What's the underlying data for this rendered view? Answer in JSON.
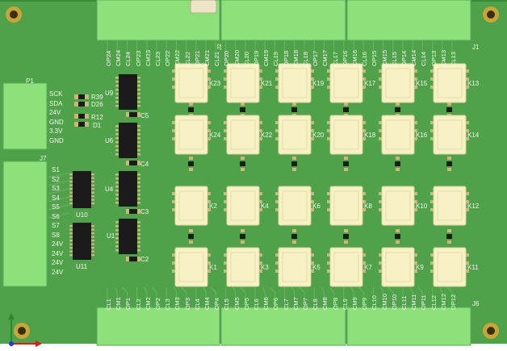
{
  "board": {
    "colors": {
      "board": "#4fa24a",
      "board_dark": "#3b8b37",
      "trace": "#6cb866",
      "connector": "#8ee07a",
      "connector_edge": "#5aa85a",
      "silkscreen": "#f3f6ee",
      "relay": "#f7f1c4",
      "chip": "#1b1b1b",
      "pad": "#c9b878",
      "mount": "#c9a437"
    },
    "connectors": {
      "p1": "P1",
      "j7": "J7",
      "j1": "J1",
      "j6": "J6",
      "j2": "J2"
    },
    "p1_signals": [
      "SCK",
      "SDA",
      "24V",
      "GND",
      "3.3V",
      "GND"
    ],
    "j7_signals": [
      "S1",
      "S2",
      "S3",
      "S4",
      "S5",
      "S6",
      "S7",
      "S8",
      "24V",
      "24V",
      "24V",
      "24V"
    ],
    "chips": {
      "u9": "U9",
      "u6": "U6",
      "u4": "U4",
      "u1": "U1",
      "u10": "U10",
      "u11": "U11"
    },
    "small_parts": {
      "r39": "R39",
      "d26": "D26",
      "r12": "R12",
      "d1": "D1",
      "c5": "C5",
      "c4": "C4",
      "c3": "C3",
      "c2": "C2"
    },
    "relays": [
      {
        "id": "k23",
        "label": "K23"
      },
      {
        "id": "k21",
        "label": "K21"
      },
      {
        "id": "k19",
        "label": "K19"
      },
      {
        "id": "k17",
        "label": "K17"
      },
      {
        "id": "k15",
        "label": "K15"
      },
      {
        "id": "k13",
        "label": "K13"
      },
      {
        "id": "k24",
        "label": "K24"
      },
      {
        "id": "k22",
        "label": "K22"
      },
      {
        "id": "k20",
        "label": "K20"
      },
      {
        "id": "k18",
        "label": "K18"
      },
      {
        "id": "k16",
        "label": "K16"
      },
      {
        "id": "k14",
        "label": "K14"
      },
      {
        "id": "k2",
        "label": "K2"
      },
      {
        "id": "k4",
        "label": "K4"
      },
      {
        "id": "k6",
        "label": "K6"
      },
      {
        "id": "k8",
        "label": "K8"
      },
      {
        "id": "k10",
        "label": "K10"
      },
      {
        "id": "k12",
        "label": "K12"
      },
      {
        "id": "k1",
        "label": "K1"
      },
      {
        "id": "k3",
        "label": "K3"
      },
      {
        "id": "k5",
        "label": "K5"
      },
      {
        "id": "k7",
        "label": "K7"
      },
      {
        "id": "k9",
        "label": "K9"
      },
      {
        "id": "k11",
        "label": "K11"
      }
    ],
    "top_pins": [
      "OP24",
      "CM24",
      "CL24",
      "OP23",
      "CM23",
      "CL23",
      "OP22",
      "CM22",
      "CL22",
      "OP21",
      "CM21",
      "CL21",
      "OP20",
      "CM20",
      "CL20",
      "OP19",
      "CM19",
      "CL19",
      "OP18",
      "CM18",
      "CL18",
      "OP17",
      "CM17",
      "CL17",
      "OP16",
      "CM16",
      "CL16",
      "OP15",
      "CM15",
      "CL15",
      "OP14",
      "CM14",
      "CL14",
      "OP13",
      "CM13",
      "CL13"
    ],
    "bottom_pins": [
      "CL1",
      "CM1",
      "OP1",
      "CL2",
      "CM2",
      "OP2",
      "CL3",
      "CM3",
      "OP3",
      "CL4",
      "CM4",
      "OP4",
      "CL5",
      "CM5",
      "OP5",
      "CL6",
      "CM6",
      "OP6",
      "CL7",
      "CM7",
      "OP7",
      "CL8",
      "CM8",
      "OP8",
      "CL9",
      "CM9",
      "OP9",
      "CL10",
      "CM10",
      "OP10",
      "CL11",
      "CM11",
      "OP11",
      "CL12",
      "CM12",
      "OP12"
    ]
  }
}
